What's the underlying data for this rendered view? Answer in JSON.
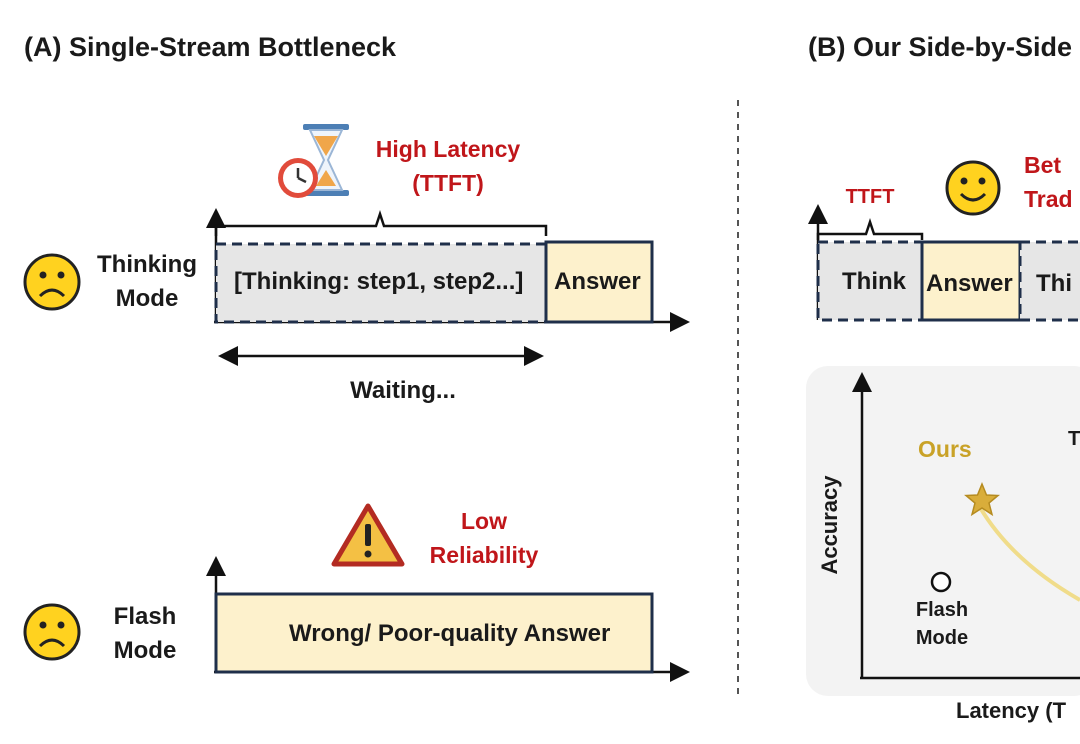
{
  "panel_a": {
    "title": "(A) Single-Stream Bottleneck",
    "thinking_mode_label": "Thinking\nMode",
    "high_latency_label": "High Latency\n(TTFT)",
    "thinking_box_text": "[Thinking: step1, step2...]",
    "answer_box_text": "Answer",
    "waiting_label": "Waiting...",
    "low_reliability_label": "Low\nReliability",
    "flash_mode_label": "Flash\nMode",
    "flash_box_text": "Wrong/ Poor-quality Answer"
  },
  "panel_b": {
    "title": "(B) Our Side-by-Side",
    "ttft_label": "TTFT",
    "better_tradeoff_label": "Bet\nTrad",
    "think_box_text": "Think",
    "answer_box_text": "Answer",
    "thin_box_text": "Thi",
    "plot": {
      "ylabel": "Accuracy",
      "xlabel": "Latency (T",
      "ours_label": "Ours",
      "flash_point_label": "Flash\nMode",
      "right_partial_label": "T"
    }
  },
  "colors": {
    "answer_fill": "#fdf1cc",
    "thinking_fill": "#e6e6e6",
    "box_border": "#1f2f4a",
    "red_text": "#c0161a",
    "ours_gold": "#c9a227",
    "emoji_yellow": "#ffd21f"
  }
}
